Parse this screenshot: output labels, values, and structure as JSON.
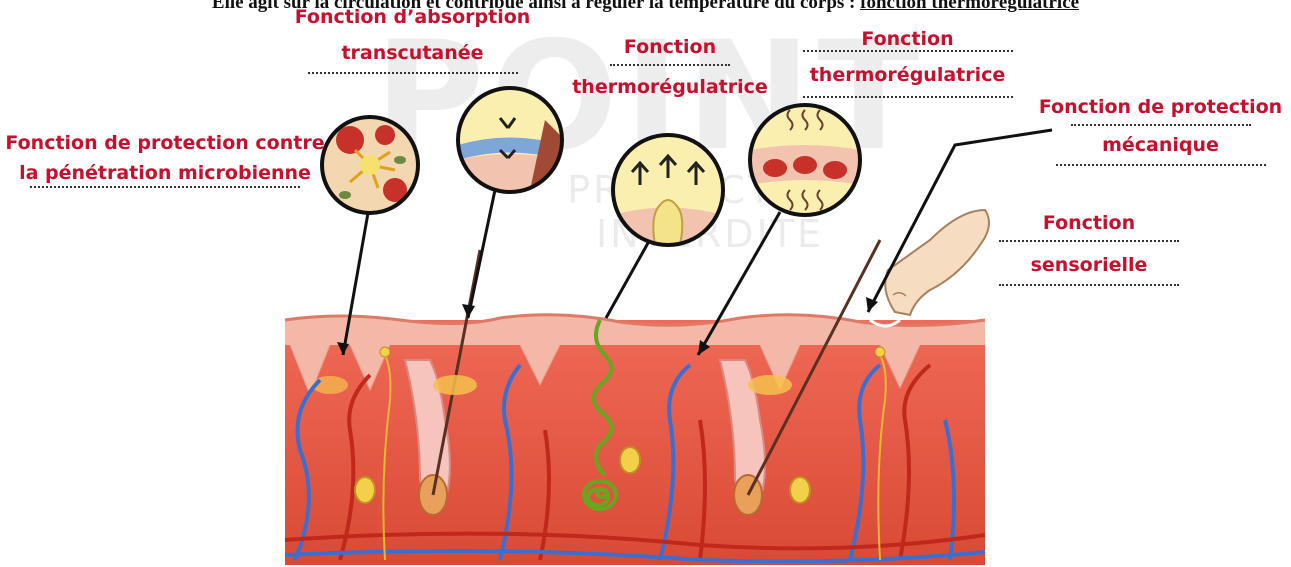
{
  "header": {
    "text_plain": "Elle agit sur la circulation et contribue ainsi à réguler la température du corps : ",
    "text_underlined": "fonction thermorégulatrice"
  },
  "watermark": {
    "main": "POINT",
    "sub": "PRODUCTION INTERDITE"
  },
  "labels": {
    "protection_microbienne": {
      "line1": "Fonction de protection contre",
      "line2": "la pénétration microbienne"
    },
    "absorption": {
      "line1": "Fonction d’absorption",
      "line2": "transcutanée"
    },
    "thermo1": {
      "line1": "Fonction",
      "line2": "thermorégulatrice"
    },
    "thermo2": {
      "line1": "Fonction",
      "line2": "thermorégulatrice"
    },
    "protection_mecanique": {
      "line1": "Fonction de protection",
      "line2": "mécanique"
    },
    "sensorielle": {
      "line1": "Fonction",
      "line2": "sensorielle"
    }
  },
  "colors": {
    "label_red": "#c8102e",
    "epidermis": "#f2a7a0",
    "dermis": "#e8604f",
    "vein_blue": "#3a6fd1",
    "artery_red": "#c0281c",
    "sweat_gland": "#7cbf2a",
    "nerve_yellow": "#f0c23a"
  }
}
